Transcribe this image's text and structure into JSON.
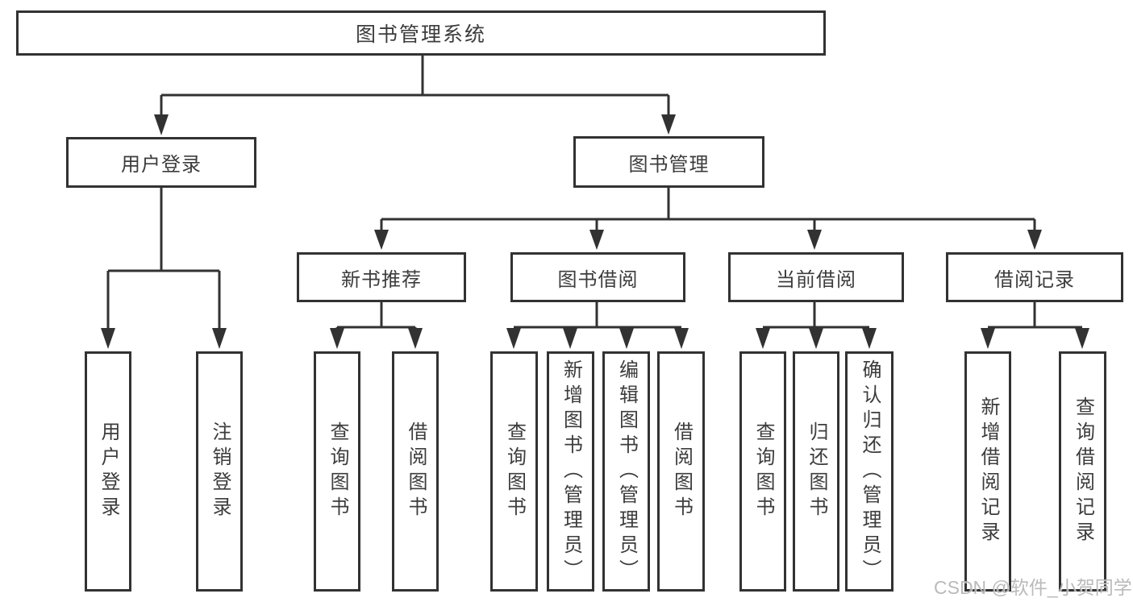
{
  "watermark": "CSDN @软件_小贺同学",
  "colors": {
    "line": "#323232",
    "box_border": "#323232",
    "text": "#3c3c3c",
    "background": "#ffffff",
    "watermark_gray": "#b3b3b3"
  },
  "tree": {
    "label": "图书管理系统",
    "children": [
      {
        "label": "用户登录",
        "children": [
          {
            "label": "用户登录"
          },
          {
            "label": "注销登录"
          }
        ]
      },
      {
        "label": "图书管理",
        "children": [
          {
            "label": "新书推荐",
            "children": [
              {
                "label": "查询图书"
              },
              {
                "label": "借阅图书"
              }
            ]
          },
          {
            "label": "图书借阅",
            "children": [
              {
                "label": "查询图书"
              },
              {
                "label": "新增图书（管理员）"
              },
              {
                "label": "编辑图书（管理员）"
              },
              {
                "label": "借阅图书"
              }
            ]
          },
          {
            "label": "当前借阅",
            "children": [
              {
                "label": "查询图书"
              },
              {
                "label": "归还图书"
              },
              {
                "label": "确认归还（管理员）"
              }
            ]
          },
          {
            "label": "借阅记录",
            "children": [
              {
                "label": "新增借阅记录"
              },
              {
                "label": "查询借阅记录"
              }
            ]
          }
        ]
      }
    ]
  }
}
